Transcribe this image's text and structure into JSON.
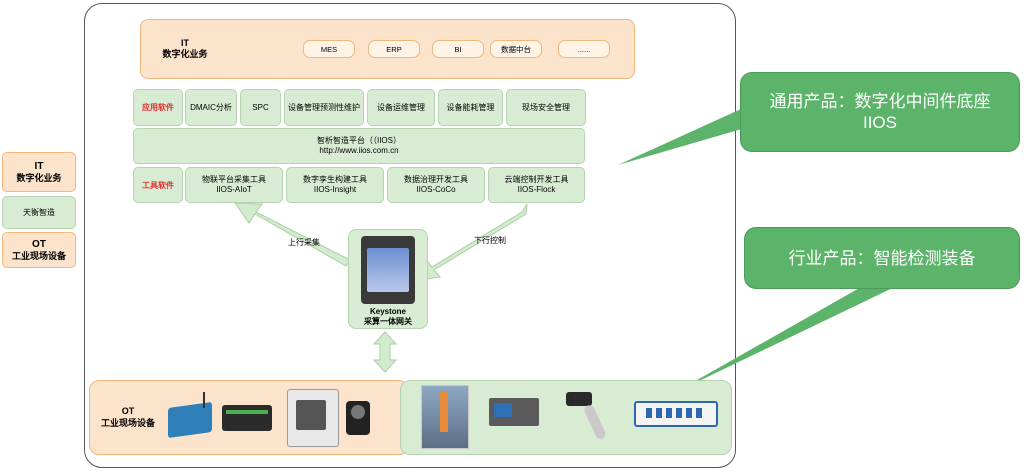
{
  "left_stack": {
    "it_title": "IT",
    "it_subtitle": "数字化业务",
    "middle": "天衡智造",
    "ot_title": "OT",
    "ot_subtitle": "工业现场设备"
  },
  "it_band": {
    "title": "IT",
    "subtitle": "数字化业务",
    "items": [
      "MES",
      "ERP",
      "BI",
      "数据中台",
      "......"
    ]
  },
  "app_row": {
    "label": "应用软件",
    "items": [
      "DMAIC分析",
      "SPC",
      "设备管理预测性维护",
      "设备运维管理",
      "设备能耗管理",
      "现场安全管理"
    ]
  },
  "platform": {
    "name": "智析智造平台（（IIOS）",
    "url": "http://www.iios.com.cn"
  },
  "tool_row": {
    "label": "工具软件",
    "items": [
      {
        "name": "物联平台采集工具",
        "code": "IIOS-AIoT"
      },
      {
        "name": "数字孪生构建工具",
        "code": "IIOS-Insight"
      },
      {
        "name": "数据治理开发工具",
        "code": "IIOS-CoCo"
      },
      {
        "name": "云端控制开发工具",
        "code": "IIOS-Flock"
      }
    ]
  },
  "arrows": {
    "up_label": "上行采集",
    "down_label": "下行控制"
  },
  "gateway": {
    "name": "Keystone",
    "subtitle": "采算一体网关"
  },
  "ot_band": {
    "title": "OT",
    "subtitle": "工业现场设备"
  },
  "callouts": {
    "general": {
      "line1": "通用产品：数字化中间件底座",
      "line2": "IIOS"
    },
    "industry": {
      "line1": "行业产品：智能检测装备"
    }
  },
  "colors": {
    "orange_fill": "#fbe3cc",
    "orange_border": "#f3b77e",
    "green_fill": "#d8ecd3",
    "callout_green": "#5cb36a",
    "label_red": "#e03030"
  }
}
